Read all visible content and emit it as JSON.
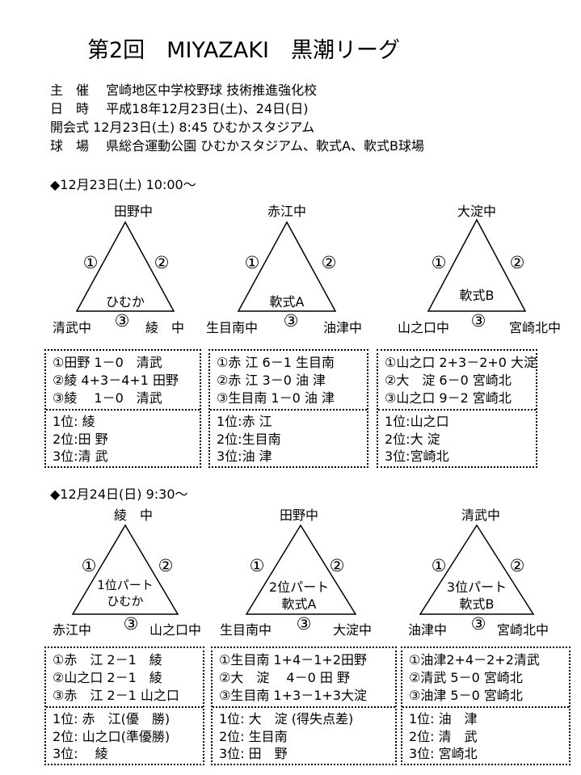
{
  "title": "第2回　MIYAZAKI　黒潮リーグ",
  "info": [
    "主　催　 宮崎地区中学校野球  技術推進強化校",
    "日　時　 平成18年12月23日(土)、24日(日)",
    "開会式  12月23日(土)  8:45  ひむかスタジアム",
    "球　場　 県総合運動公園  ひむかスタジアム、軟式A、軟式B球場"
  ],
  "day1": {
    "header": "◆12月23日(土)  10:00～",
    "groups": [
      {
        "top": "田野中",
        "venue": "ひむか",
        "left": "清武中",
        "right": "綾　中",
        "m1": "①",
        "m2": "②",
        "m3": "③",
        "results": [
          "①田野  1－0　清武",
          "②綾 4+3－4+1 田野",
          "③綾　  1－0　清武"
        ],
        "ranks": [
          "1位:  綾",
          "2位:田  野",
          "3位:清  武"
        ]
      },
      {
        "top": "赤江中",
        "venue": "軟式A",
        "left": "生目南中",
        "right": "油津中",
        "m1": "①",
        "m2": "②",
        "m3": "③",
        "results": [
          "①赤 江  6－1 生目南",
          "②赤 江  3－0 油  津",
          "③生目南 1－0 油  津"
        ],
        "ranks": [
          "1位:赤  江",
          "2位:生目南",
          "3位:油  津"
        ]
      },
      {
        "top": "大淀中",
        "venue": "軟式B",
        "left": "山之口中",
        "right": "宮崎北中",
        "m1": "①",
        "m2": "②",
        "m3": "③",
        "results": [
          "①山之口 2+3－2+0 大淀",
          "②大　淀  6－0  宮崎北",
          "③山之口   9－2  宮崎北"
        ],
        "ranks": [
          "1位:山之口",
          "2位:大  淀",
          "3位:宮崎北"
        ]
      }
    ]
  },
  "day2": {
    "header": "◆12月24日(日)  9:30～",
    "groups": [
      {
        "top": "綾　中",
        "part": "1位パート",
        "venue": "ひむか",
        "left": "赤江中",
        "right": "山之口中",
        "m1": "①",
        "m2": "②",
        "m3": "③",
        "results": [
          "①赤　江 2－1　綾",
          "②山之口 2－1　綾",
          "③赤　江 2－1 山之口"
        ],
        "ranks": [
          "1位: 赤　江(優　勝)",
          "2位: 山之口(準優勝)",
          "3位:　 綾"
        ]
      },
      {
        "top": "田野中",
        "part": "2位パート",
        "venue": "軟式A",
        "left": "生目南中",
        "right": "大淀中",
        "m1": "①",
        "m2": "②",
        "m3": "③",
        "results": [
          "①生目南 1+4－1+2田野",
          "②大　淀　 4－0 田  野",
          "③生目南 1+3－1+3大淀"
        ],
        "ranks": [
          "1位: 大　淀 (得失点差)",
          "2位: 生目南",
          "3位: 田　野"
        ]
      },
      {
        "top": "清武中",
        "part": "3位パート",
        "venue": "軟式B",
        "left": "油津中",
        "right": "宮崎北中",
        "m1": "①",
        "m2": "②",
        "m3": "③",
        "results": [
          "①油津2+4－2+2清武",
          "②清武  5－0 宮崎北",
          "③油津  5－0 宮崎北"
        ],
        "ranks": [
          "1位: 油　津",
          "2位: 清　武",
          "3位: 宮崎北"
        ]
      }
    ]
  }
}
